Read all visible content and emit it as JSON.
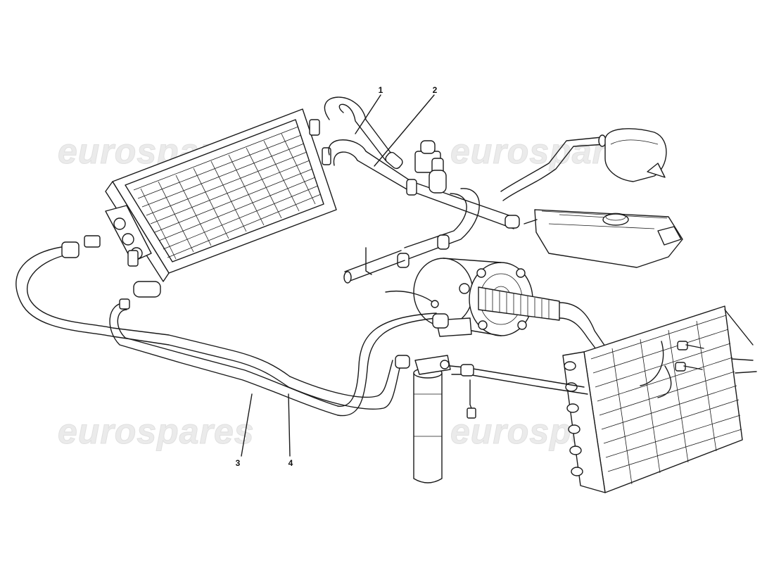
{
  "watermark": {
    "text": "eurospares",
    "color": "#ebebeb"
  },
  "callouts": [
    {
      "label": "1"
    },
    {
      "label": "2"
    },
    {
      "label": "3"
    },
    {
      "label": "4"
    }
  ],
  "colors": {
    "line": "#1a1a1a",
    "background": "#ffffff"
  }
}
